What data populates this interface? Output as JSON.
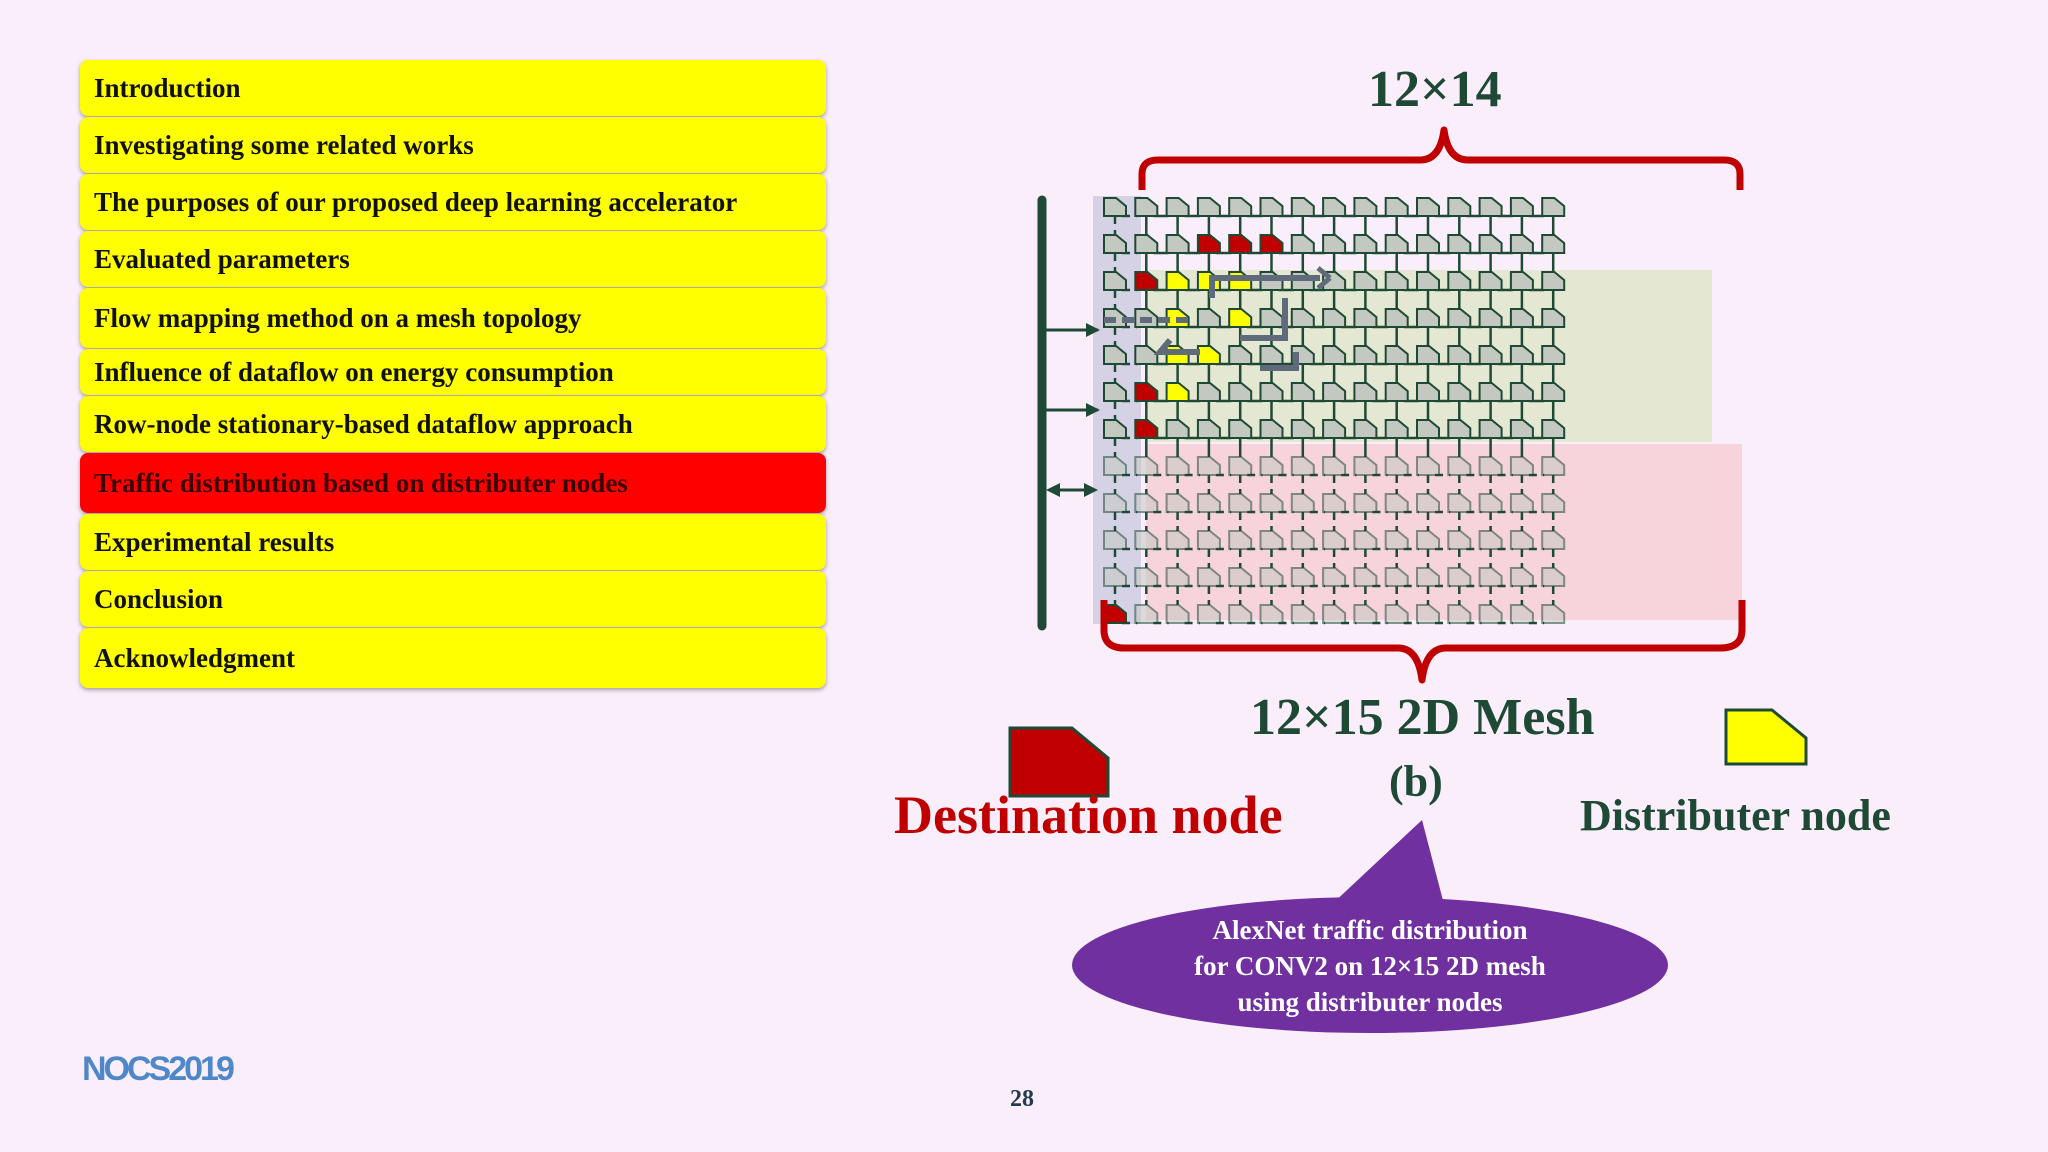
{
  "toc": [
    {
      "label": "Introduction",
      "active": false
    },
    {
      "label": "Investigating some related works",
      "active": false
    },
    {
      "label": "The purposes of our proposed deep learning accelerator",
      "active": false
    },
    {
      "label": "Evaluated parameters",
      "active": false
    },
    {
      "label": "Flow mapping method on a mesh topology",
      "active": false
    },
    {
      "label": "Influence of dataflow on energy consumption",
      "active": false
    },
    {
      "label": "Row-node stationary-based dataflow approach",
      "active": false
    },
    {
      "label": "Traffic distribution based on distributer nodes",
      "active": true
    },
    {
      "label": "Experimental results",
      "active": false
    },
    {
      "label": "Conclusion",
      "active": false
    },
    {
      "label": "Acknowledgment",
      "active": false
    }
  ],
  "diagram": {
    "top_label": "12×14",
    "mesh_label": "12×15 2D Mesh",
    "sub_label": "(b)",
    "rows": 12,
    "cols": 15,
    "legend": {
      "destination": "Destination node",
      "distributer": "Distributer node"
    },
    "callout": [
      "AlexNet traffic distribution",
      "for CONV2 on 12×15 2D mesh",
      "using distributer nodes"
    ],
    "colors": {
      "mesh_line": "#1e4a35",
      "node_fill": "#c3c9c0",
      "destination": "#c00000",
      "distributer": "#ffff00",
      "callout": "#7030a0",
      "brace": "#c00000",
      "dest_text": "#c00000",
      "dist_text": "#1e4a35"
    }
  },
  "footer": {
    "logo": "NOCS2019",
    "page_number": "28"
  }
}
